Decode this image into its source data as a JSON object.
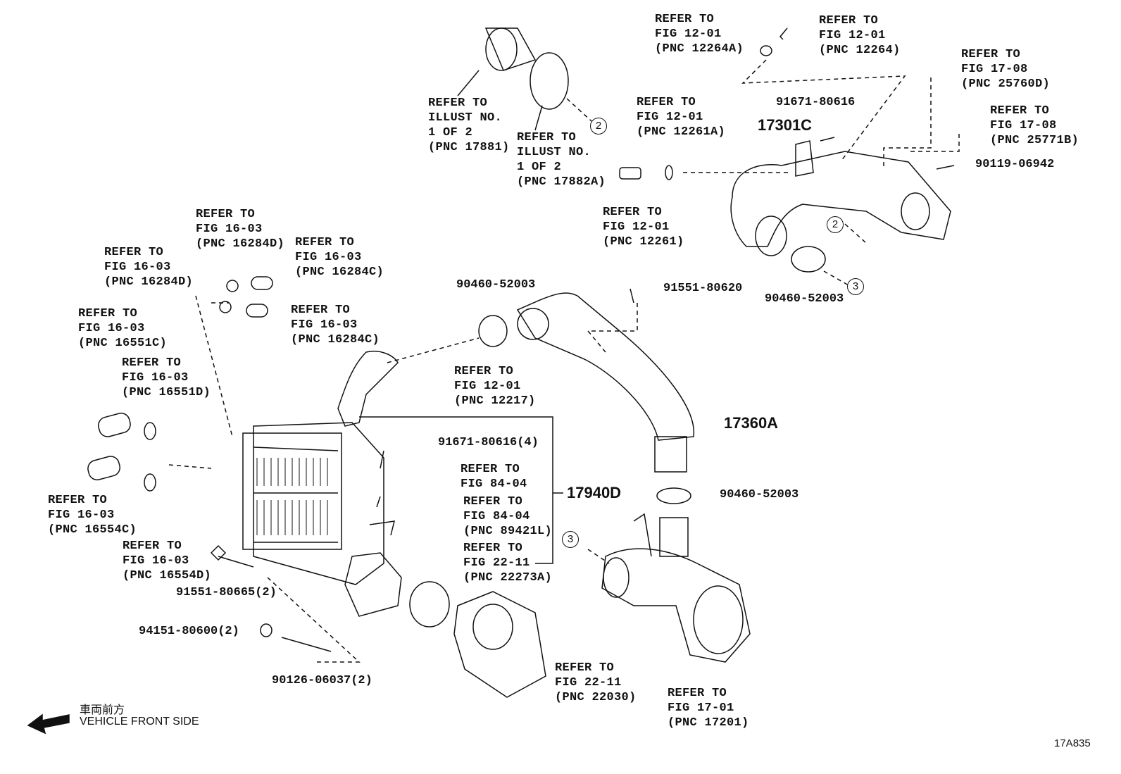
{
  "labels": {
    "l17881": "REFER TO\nILLUST NO.\n1 OF 2\n(PNC 17881)",
    "l17882a": "REFER TO\nILLUST NO.\n1 OF 2\n(PNC 17882A)",
    "l12264a": "REFER TO\nFIG 12-01\n(PNC 12264A)",
    "l12264": "REFER TO\nFIG 12-01\n(PNC 12264)",
    "l25760d": "REFER TO\nFIG 17-08\n(PNC 25760D)",
    "l25771b": "REFER TO\nFIG 17-08\n(PNC 25771B)",
    "l12261a": "REFER TO\nFIG 12-01\n(PNC 12261A)",
    "l12261": "REFER TO\nFIG 12-01\n(PNC 12261)",
    "l16284d_a": "REFER TO\nFIG 16-03\n(PNC 16284D)",
    "l16284c_a": "REFER TO\nFIG 16-03\n(PNC 16284C)",
    "l16284d_b": "REFER TO\nFIG 16-03\n(PNC 16284D)",
    "l16284c_b": "REFER TO\nFIG 16-03\n(PNC 16284C)",
    "l16551c": "REFER TO\nFIG 16-03\n(PNC 16551C)",
    "l16551d": "REFER TO\nFIG 16-03\n(PNC 16551D)",
    "l12217": "REFER TO\nFIG 12-01\n(PNC 12217)",
    "l8404": "REFER TO\nFIG 84-04",
    "l89421l": "REFER TO\nFIG 84-04\n(PNC 89421L)",
    "l22273a": "REFER TO\nFIG 22-11\n(PNC 22273A)",
    "l16554c": "REFER TO\nFIG 16-03\n(PNC 16554C)",
    "l16554d": "REFER TO\nFIG 16-03\n(PNC 16554D)",
    "l22030": "REFER TO\nFIG 22-11\n(PNC 22030)",
    "l17201": "REFER TO\nFIG 17-01\n(PNC 17201)"
  },
  "parts": {
    "p91671_80616": "91671-80616",
    "p17301c": "17301C",
    "p90119_06942": "90119-06942",
    "p90460_a": "90460-52003",
    "p91551_80620": "91551-80620",
    "p90460_b": "90460-52003",
    "p17360a": "17360A",
    "p91671_80616_4": "91671-80616(4)",
    "p17940d": "17940D",
    "p90460_c": "90460-52003",
    "p91551_80665": "91551-80665(2)",
    "p94151_80600": "94151-80600(2)",
    "p90126_06037": "90126-06037(2)"
  },
  "callouts": [
    "2",
    "2",
    "3",
    "3"
  ],
  "direction": {
    "jp": "車両前方",
    "en": "VEHICLE FRONT SIDE"
  },
  "figure_id": "17A835"
}
